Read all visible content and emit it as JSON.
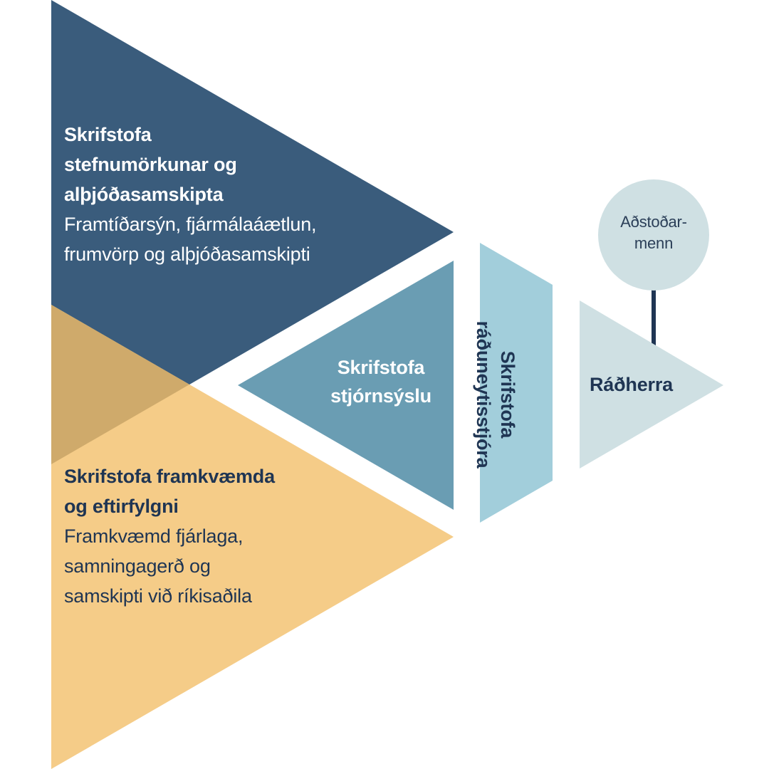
{
  "colors": {
    "policy_office": "#3a5c7c",
    "operations_office": "#f5cc88",
    "overlap": "#cfaa6b",
    "administration_office": "#6a9db3",
    "secretary_office": "#a2cedb",
    "minister": "#cfe0e3",
    "advisers": "#cfe0e3",
    "connector": "#1f3553",
    "dark_text": "#1f3553"
  },
  "units": {
    "policy": {
      "title_lines": [
        "Skrifstofa",
        "stefnumörkunar og",
        "alþjóðasamskipta"
      ],
      "desc_lines": [
        "Framtíðarsýn, fjármálaáætlun,",
        "frumvörp og alþjóðasamskipti"
      ]
    },
    "operations": {
      "title_lines": [
        "Skrifstofa framkvæmda",
        "og eftirfylgni"
      ],
      "desc_lines": [
        "Framkvæmd fjárlaga,",
        "samningagerð og",
        "samskipti við ríkisaðila"
      ]
    },
    "administration": {
      "title_lines": [
        "Skrifstofa",
        "stjórnsýslu"
      ]
    },
    "secretary": {
      "title_lines": [
        "Skrifstofa",
        "ráðuneytisstjóra"
      ]
    },
    "minister": {
      "label": "Ráðherra"
    },
    "advisers": {
      "label_lines": [
        "Aðstoðar-",
        "menn"
      ]
    }
  }
}
